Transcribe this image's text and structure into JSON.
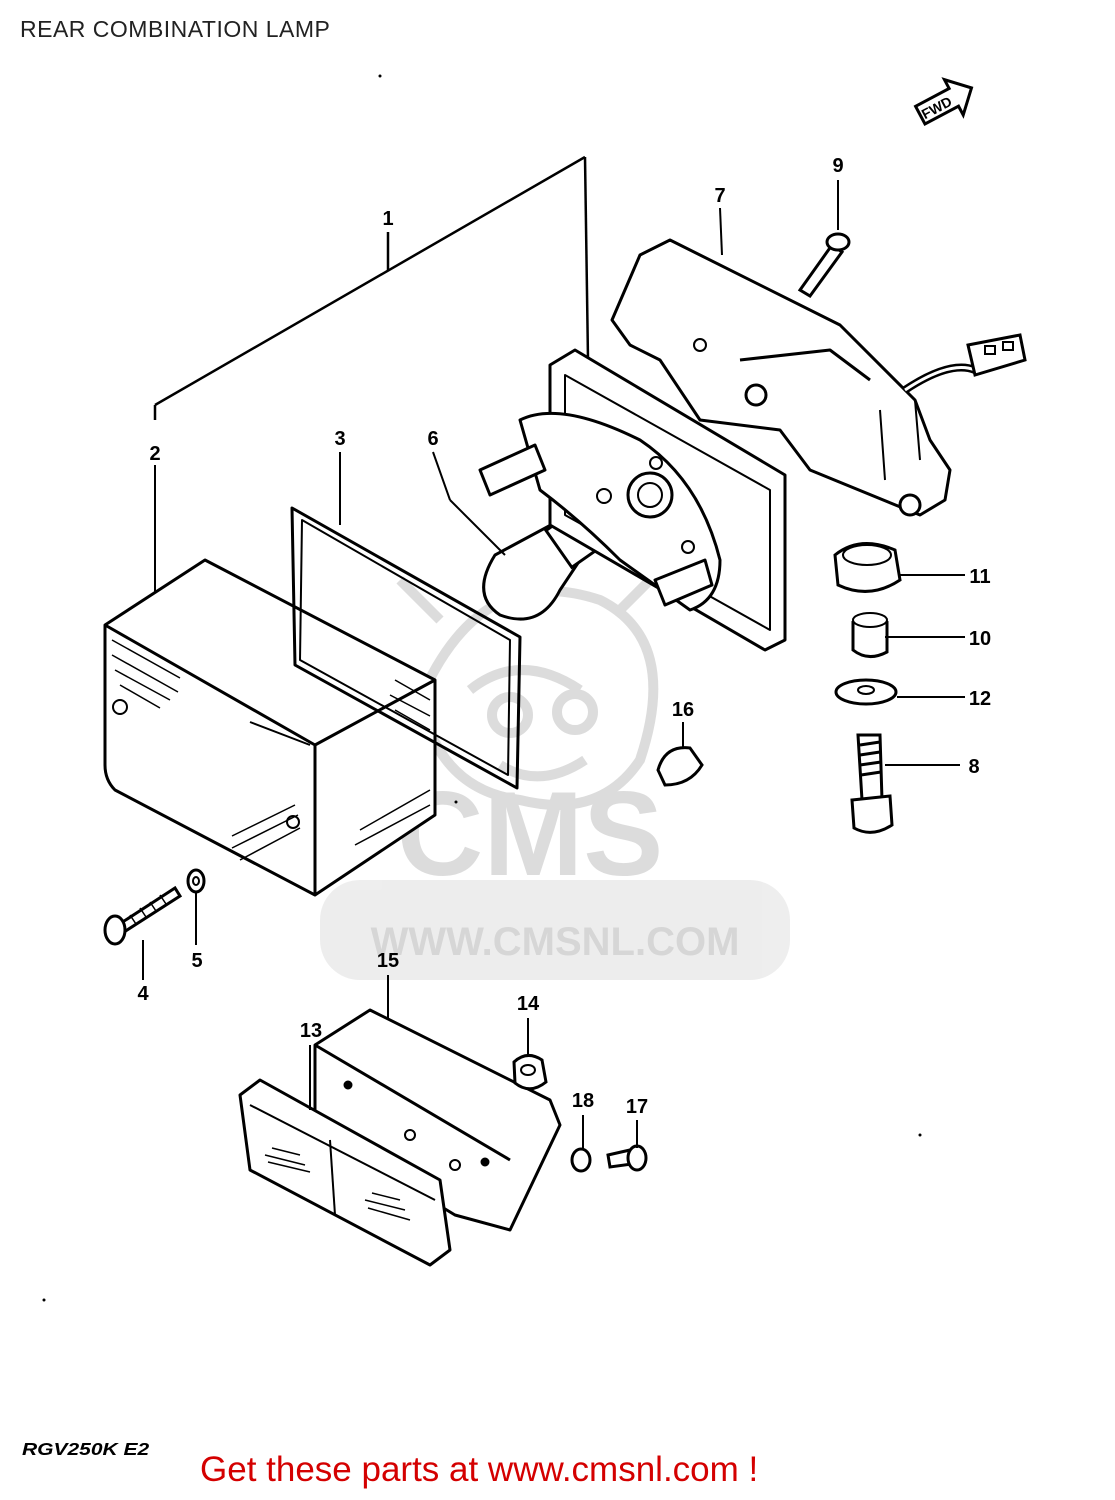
{
  "page": {
    "title": "REAR COMBINATION LAMP",
    "model_code": "RGV250K E2",
    "footer_link": "Get these parts at www.cmsnl.com !"
  },
  "watermark": {
    "brand": "CMS",
    "url": "WWW.CMSNL.COM",
    "color": "#d9d9d9"
  },
  "direction_marker": {
    "icon": "front-arrow-icon",
    "label": "FWD"
  },
  "callouts": [
    {
      "id": "1",
      "label": "1"
    },
    {
      "id": "2",
      "label": "2"
    },
    {
      "id": "3",
      "label": "3"
    },
    {
      "id": "4",
      "label": "4"
    },
    {
      "id": "5",
      "label": "5"
    },
    {
      "id": "6",
      "label": "6"
    },
    {
      "id": "7",
      "label": "7"
    },
    {
      "id": "8",
      "label": "8"
    },
    {
      "id": "9",
      "label": "9"
    },
    {
      "id": "10",
      "label": "10"
    },
    {
      "id": "11",
      "label": "11"
    },
    {
      "id": "12",
      "label": "12"
    },
    {
      "id": "13",
      "label": "13"
    },
    {
      "id": "14",
      "label": "14"
    },
    {
      "id": "15",
      "label": "15"
    },
    {
      "id": "16",
      "label": "16"
    },
    {
      "id": "17",
      "label": "17"
    },
    {
      "id": "18",
      "label": "18"
    }
  ],
  "colors": {
    "footer_link": "#d40000",
    "line_art": "#000000",
    "background": "#ffffff"
  }
}
